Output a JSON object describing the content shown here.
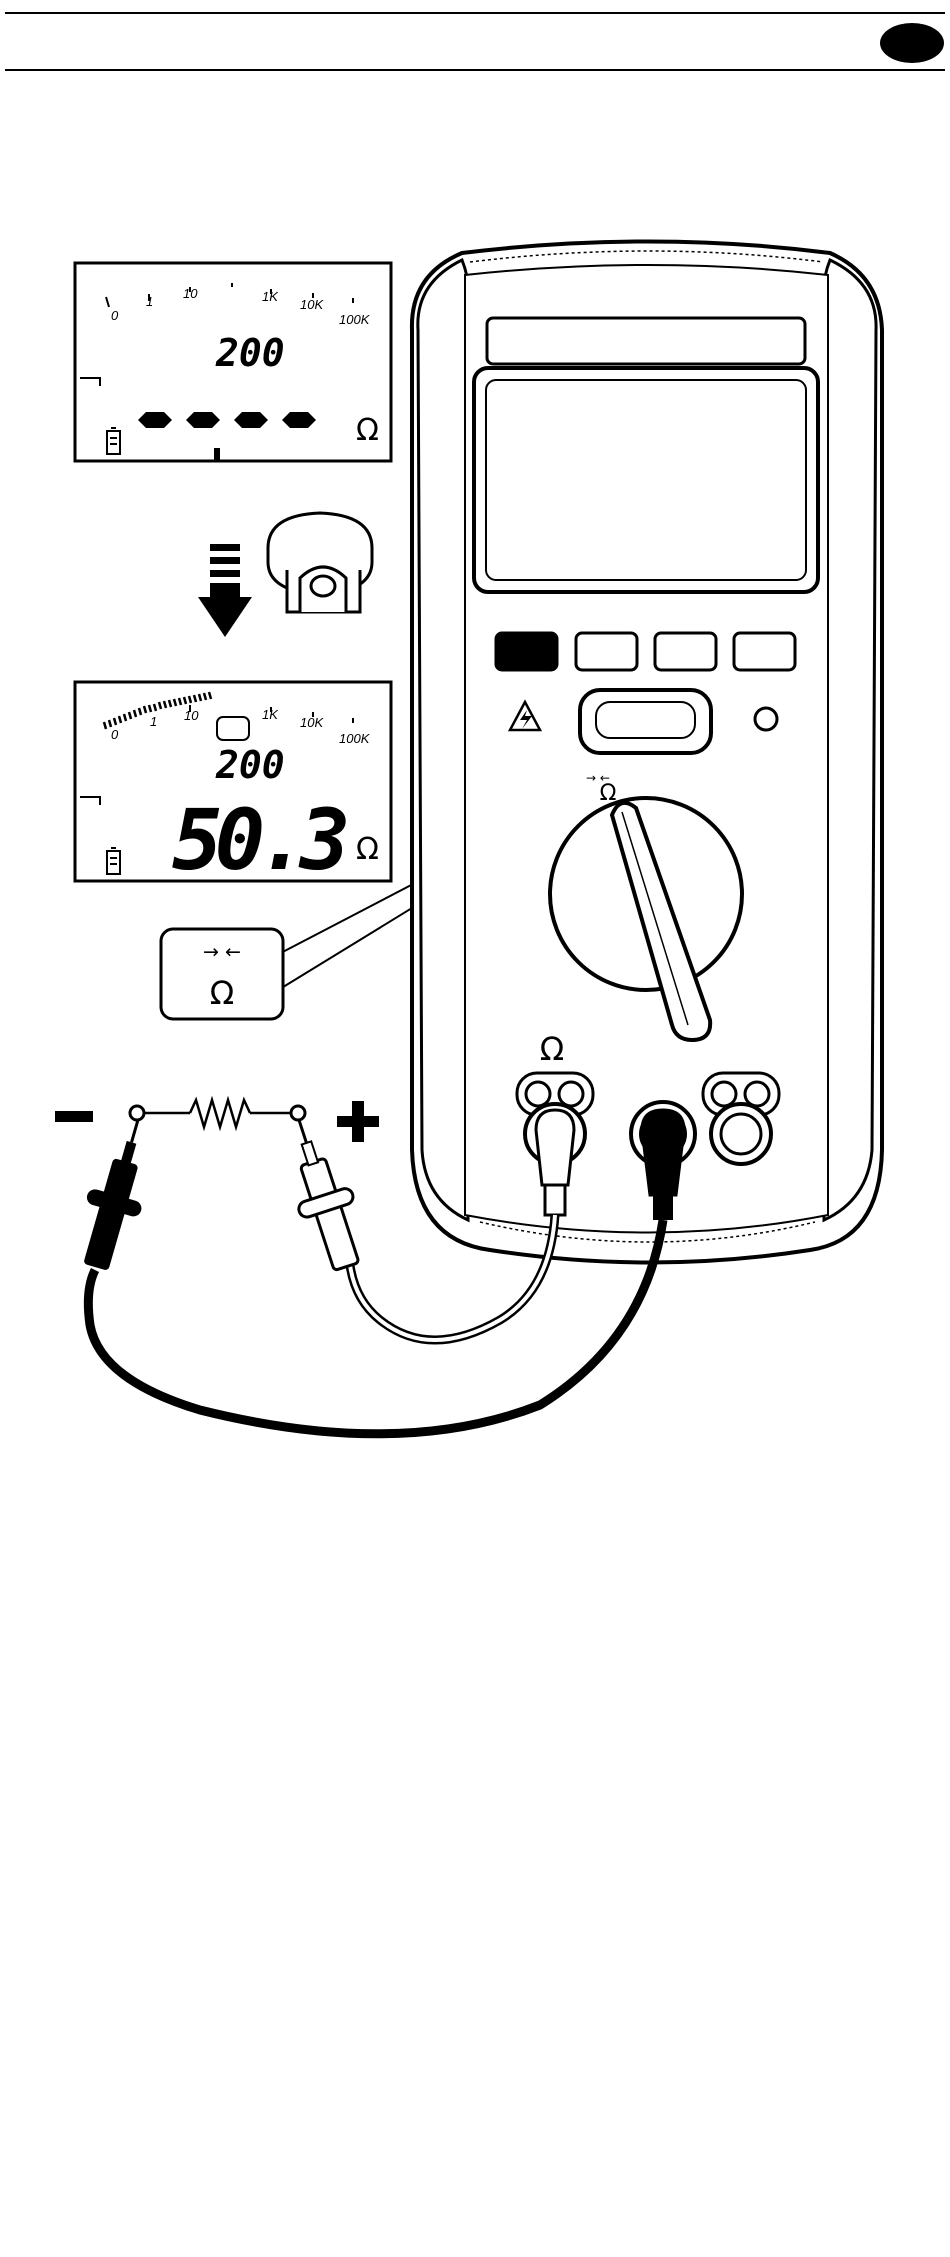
{
  "header": {
    "page_badge": ""
  },
  "lcd_before": {
    "scale_labels": [
      "0",
      "1",
      "10",
      "",
      "1K",
      "10K",
      "100K"
    ],
    "range_value": "200",
    "main_reading": "- - - -",
    "unit_symbol": "Ω"
  },
  "lcd_after": {
    "scale_labels": [
      "0",
      "1",
      "10",
      "",
      "1K",
      "10K",
      "100K"
    ],
    "range_value": "200",
    "main_reading": "50.3",
    "unit_symbol": "Ω"
  },
  "callout": {
    "arrows": "→ ←",
    "symbol": "Ω"
  },
  "meter": {
    "rotary_label_arrows": "→ ←",
    "rotary_label_symbol": "Ω",
    "terminal_label": "Ω",
    "warning_symbol": "⚡"
  },
  "circuit": {
    "negative": "−",
    "positive": "+"
  }
}
